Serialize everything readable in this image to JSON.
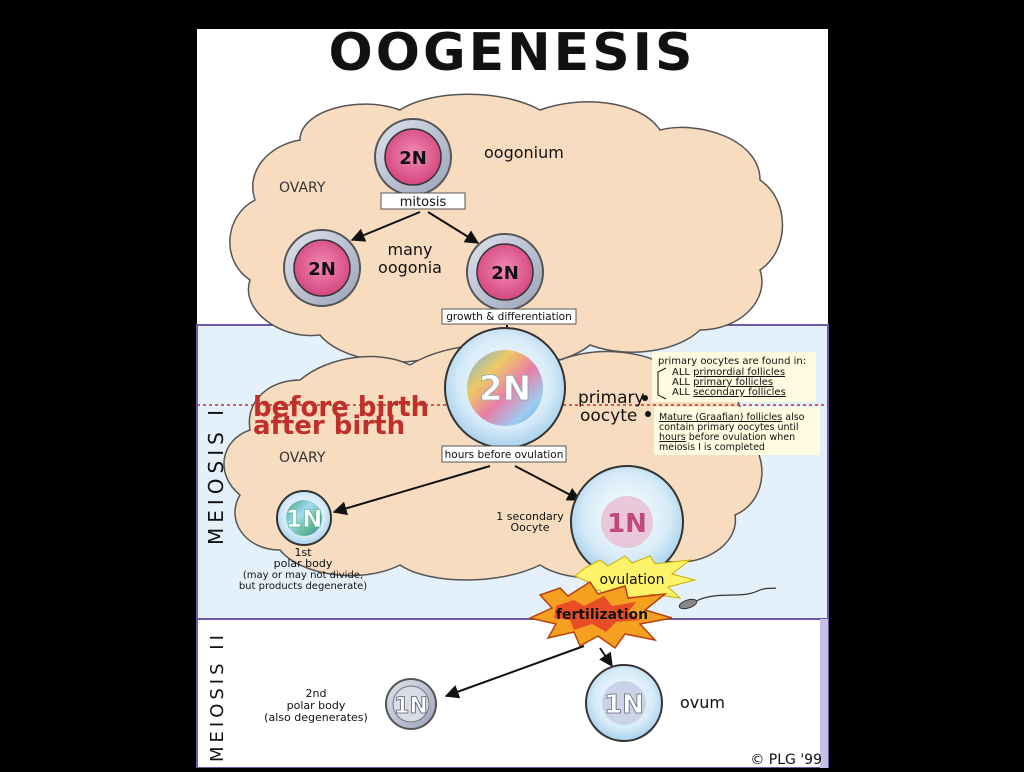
{
  "title": "OOGENESIS",
  "labels": {
    "oogonium": "oogonium",
    "ovary_top": "OVARY",
    "mitosis": "mitosis",
    "many": "many",
    "oogonia": "oogonia",
    "growth": "growth & differentiation",
    "before_birth": "before birth",
    "after_birth": "after birth",
    "primary": "primary",
    "oocyte": "oocyte",
    "ovary_bottom": "OVARY",
    "hours_before": "hours before ovulation",
    "secondary_line1": "1 secondary",
    "secondary_line2": "Oocyte",
    "polar1_line1": "1st",
    "polar1_line2": "polar body",
    "polar1_line3": "(may or may not divide,",
    "polar1_line4": "but products degenerate)",
    "ovulation": "ovulation",
    "fertilization": "fertilization",
    "polar2_line1": "2nd",
    "polar2_line2": "polar body",
    "polar2_line3": "(also degenerates)",
    "ovum": "ovum",
    "meiosis1": "MEIOSIS I",
    "meiosis2": "MEIOSIS II",
    "copyright": "© PLG '99"
  },
  "cells": {
    "oogonium": "2N",
    "oogonia_left": "2N",
    "oogonia_right": "2N",
    "primary_oocyte": "2N",
    "polar_body_1": "1N",
    "secondary_oocyte": "1N",
    "polar_body_2": "1N",
    "ovum": "1N"
  },
  "note_primary": {
    "line1": "primary oocytes are found in:",
    "item1_prefix": "ALL ",
    "item1_link": "primordial follicles",
    "item2_prefix": "ALL ",
    "item2_link": "primary follicles",
    "item3_prefix": "ALL ",
    "item3_link": "secondary follicles"
  },
  "note_mature": {
    "line1_link": "Mature (Graafian) follicles",
    "line1_rest": " also",
    "line2": "contain primary oocytes until",
    "line3_link": "hours",
    "line3_rest": " before ovulation when",
    "line4": "meiosis I is completed"
  },
  "colors": {
    "cloud": "#f8dcc0",
    "meiosis1_band": "#e4f1fb",
    "meiosis2_band": "#ffffff",
    "band_border": "#6a5aa8",
    "cell_pink": "#e0669a",
    "before_after_red": "#c0302a",
    "note_bg": "#fffbe0"
  }
}
